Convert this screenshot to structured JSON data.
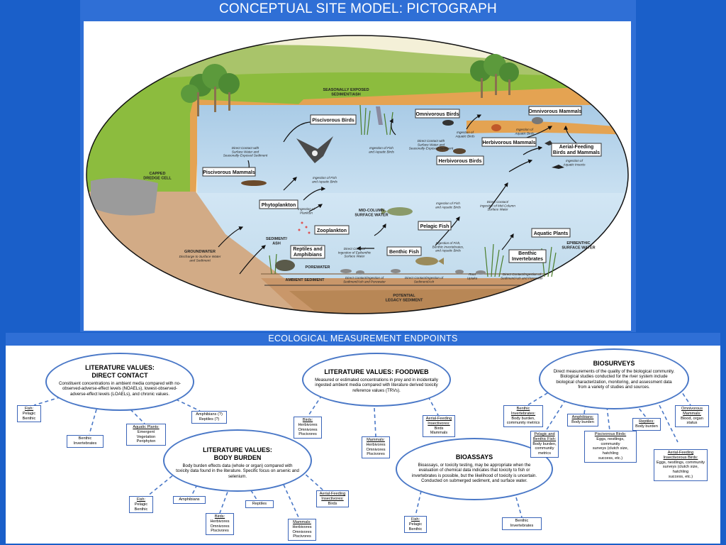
{
  "top_title": "CONCEPTUAL SITE MODEL: PICTOGRAPH",
  "bottom_title": "ECOLOGICAL MEASUREMENT ENDPOINTS",
  "pictograph": {
    "boxed_labels": {
      "piscivorous_birds": "Piscivorous Birds",
      "omnivorous_birds": "Omnivorous Birds",
      "omnivorous_mammals": "Omnivorous Mammals",
      "herbivorous_mammals": "Herbivorous Mammals",
      "herbivorous_birds": "Herbivorous Birds",
      "aerial_feeding": "Aerial-Feeding\nBirds and Mammals",
      "piscivorous_mammals": "Piscivorous Mammals",
      "phytoplankton": "Phytoplankton",
      "zooplankton": "Zooplankton",
      "pelagic_fish": "Pelagic Fish",
      "benthic_fish": "Benthic Fish",
      "reptiles_amphibians": "Reptiles and\nAmphibians",
      "aquatic_plants": "Aquatic Plants",
      "benthic_invertebrates": "Benthic\nInvertebrates"
    },
    "plain_labels": {
      "seasonally_exposed": "SEASONALLY EXPOSED\nSEDIMENT/ASH",
      "capped_dredge": "CAPPED\nDREDGE CELL",
      "mid_column": "MID-COLUMN\nSURFACE WATER",
      "epibenthic": "EPIBENTHIC\nSURFACE WATER",
      "sediment_ash": "SEDIMENT/\nASH",
      "groundwater": "GROUNDWATER",
      "groundwater_sub": "Discharge to Surface Water\nand Sediment",
      "porewater": "POREWATER",
      "ambient_sediment": "AMBIENT SEDIMENT",
      "legacy_sediment": "POTENTIAL\nLEGACY SEDIMENT"
    },
    "pathway_labels": {
      "p1": "Direct Contact with\nSurface Water and\nSeasonally-Exposed Sediment",
      "p2": "Ingestion of Fish\nand Aquatic Birds",
      "p3": "Direct Contact with\nSurface Water and\nSeasonally-Exposed Sediment",
      "p4": "Ingestion of\nAquatic Birds",
      "p5": "Ingestion of\nAquatic Birds",
      "p6": "Ingestion of\nAquatic Insects",
      "p7": "Ingestion of Fish\nand Aquatic Birds",
      "p8": "Ingestion of\nPlankton",
      "p9": "Ingestion of Fish\nand Aquatic Birds",
      "p10": "Direct Contact/\nIngestion of Mid-Column\nSurface Water",
      "p11": "Direct Contact/\nIngestion of Epibenthic\nSurface Water",
      "p12": "Ingestion of Fish,\nBenthic Invertebrates,\nand Aquatic Birds",
      "p13": "Direct Contact/Ingestion of\nSediment/Ash and Porewater",
      "p14": "Direct Contact/Ingestion of\nSediment/Ash",
      "p15": "Root\nUptake",
      "p16": "Direct Contact/Ingestion of\nSediment/Ash and Porewater"
    }
  },
  "endpoints": {
    "direct_contact": {
      "title": "LITERATURE VALUES:\nDIRECT CONTACT",
      "body": "Constituent concentrations in ambient media compared with no-observed-adverse-effect levels (NOAELs), lowest-observed-adverse-effect levels (LOAELs), and chronic values."
    },
    "foodweb": {
      "title": "LITERATURE VALUES: FOODWEB",
      "body": "Measured or estimated concentrations in prey and in incidentally ingested ambient media compared with literature derived toxicity reference values (TRVs)."
    },
    "biosurveys": {
      "title": "BIOSURVEYS",
      "body": "Direct measurements of the quality of the biological community. Biological studies conducted for the river system include biological characterization, monitoring, and assessment data from a variety of studies and sources."
    },
    "body_burden": {
      "title": "LITERATURE VALUES:\nBODY BURDEN",
      "body": "Body burden effects data (whole or organ) compared with toxicity data found in the literature. Specific focus on arsenic and selenium."
    },
    "bioassays": {
      "title": "BIOASSAYS",
      "body": "Bioassays, or toxicity testing, may be appropriate when the evaluation of chemical data indicates that toxicity to fish or invertebrates is possible, but the likelihood of toxicity is uncertain. Conducted on submerged sediment, and surface water."
    },
    "boxes": {
      "dc_fish_h": "Fish:",
      "dc_fish_b": "Pelagic\nBenthic",
      "dc_benthic": "Benthic\nInvertebrates",
      "dc_plants_h": "Aquatic Plants:",
      "dc_plants_b": "Emergent Vegetation\nPeriphyton",
      "dc_amph": "Amphibians (?)\nReptiles (?)",
      "fw_birds_h": "Birds:",
      "fw_birds_b": "Herbivores\nOmnivores\nPiscivores",
      "fw_mammals_h": "Mammals:",
      "fw_mammals_b": "Herbivores\nOmnivores\nPiscivores",
      "fw_aerial_h": "Aerial-Feeding\nInsectivores:",
      "fw_aerial_b": "Birds\nMammals",
      "bs_benthic_h": "Benthic\nInvertebrates:",
      "bs_benthic_b": "Body burden,\ncommunity metrics",
      "bs_pelagic_h": "Pelagic and\nBenthic Fish:",
      "bs_pelagic_b": "Body burden,\ncommunity\nmetrics",
      "bs_amph_h": "Amphibians:",
      "bs_amph_b": "Body burden",
      "bs_pisc_h": "Piscivorous Birds:",
      "bs_pisc_b": "Eggs, nestlings, community\nsurveys (clutch size, hatchling\nsuccess, etc.)",
      "bs_rept_h": "Reptiles:",
      "bs_rept_b": "Body burden",
      "bs_omni_h": "Omnivorous\nMammals:",
      "bs_omni_b": "Blood, organ status",
      "bs_aerial_h": "Aerial-Feeding\nInsectivorous Birds:",
      "bs_aerial_b": "Eggs, nestlings, community\nsurveys (clutch size, hatchling\nsuccess, etc.)",
      "bb_fish_h": "Fish:",
      "bb_fish_b": "Pelagic\nBenthic",
      "bb_amph": "Amphibians",
      "bb_birds_h": "Birds:",
      "bb_birds_b": "Herbivores\nOmnivores\nPiscivores",
      "bb_rept": "Reptiles",
      "bb_mammals_h": "Mammals:",
      "bb_mammals_b": "Herbivores\nOmnivores\nPiscivores",
      "bb_aerial_h": "Aerial-Feeding\nInsectivores:",
      "bb_aerial_b": "Birds",
      "ba_fish_h": "Fish:",
      "ba_fish_b": "Pelagic\nBenthic",
      "ba_benthic": "Benthic\nInvertebrates"
    }
  },
  "colors": {
    "background": "#1a5fc9",
    "panel": "#2f6fd6",
    "ellipse_border": "#4a78c7",
    "water_upper": "#c6def0",
    "water_lower": "#d5e8f4",
    "land_green": "#8cbc3e",
    "sediment": "#c9976a",
    "bank_orange": "#e4a352"
  }
}
